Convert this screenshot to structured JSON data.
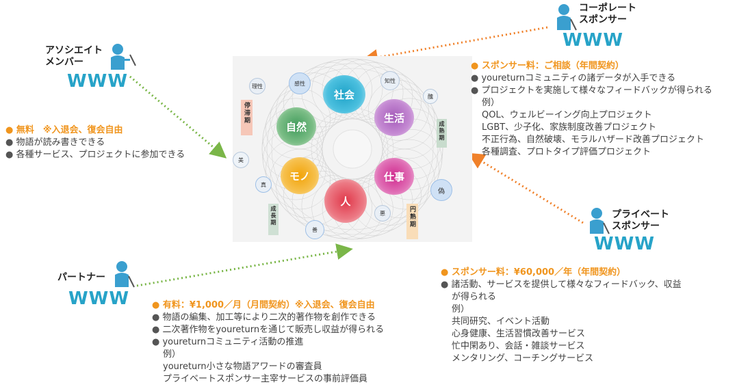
{
  "associate": {
    "title1": "アソシエイト",
    "title2": "メンバー",
    "www": "WWW",
    "head": "無料　※入退会、復会自由",
    "lines": [
      "物語が読み書きできる",
      "各種サービス、プロジェクトに参加できる"
    ]
  },
  "corporate": {
    "title1": "コーポレート",
    "title2": "スポンサー",
    "www": "WWW",
    "head": "スポンサー料：ご相談（年間契約）",
    "lines": [
      "youreturnコミュニティの諸データが入手できる",
      "プロジェクトを実施して様々なフィードバックが得られる"
    ],
    "sub": [
      "例）",
      "QOL、ウェルビーイング向上プロジェクト",
      "LGBT、少子化、家族制度改善プロジェクト",
      "不正行為、自然破壊、モラルハザード改善プロジェクト",
      "各種調査、プロトタイプ評価プロジェクト"
    ]
  },
  "private": {
    "title1": "プライベート",
    "title2": "スポンサー",
    "www": "WWW",
    "head": "スポンサー料：¥60,000／年（年間契約）",
    "line1a": "諸活動、サービスを提供して様々なフィードバック、収益",
    "line1b": "が得られる",
    "sub": [
      "例）",
      "共同研究、イベント活動",
      "心身健康、生活習慣改善サービス",
      "忙中閑あり、会話・雑談サービス",
      "メンタリング、コーチングサービス"
    ]
  },
  "partner": {
    "title": "パートナー",
    "www": "WWW",
    "head": "有料：¥1,000／月（月間契約）※入退会、復会自由",
    "lines": [
      "物語の編集、加工等により二次的著作物を創作できる",
      "二次著作物をyoureturnを通じて販売し収益が得られる",
      "youreturnコミュニティ活動の推進"
    ],
    "sub": [
      "例）",
      "youreturn小さな物語アワードの審査員",
      "プライベートスポンサー主宰サービスの事前評価員"
    ]
  },
  "diagram": {
    "big": [
      "社会",
      "生活",
      "仕事",
      "人",
      "モノ",
      "自然"
    ],
    "small": [
      "感性",
      "知性",
      "理性",
      "美",
      "真",
      "善",
      "悪",
      "偽",
      "醜"
    ],
    "periods": [
      "停滞期",
      "成熟期",
      "成長期",
      "円熟期"
    ]
  }
}
